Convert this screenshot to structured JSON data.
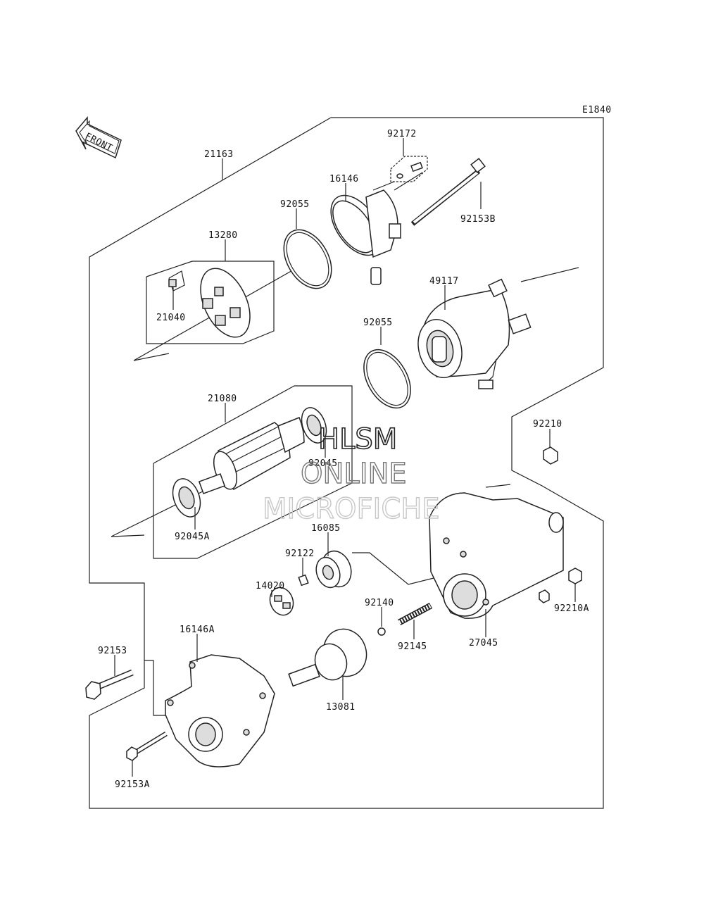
{
  "diagram_code": "E1840",
  "front_label": "FRONT",
  "watermark": {
    "line1": "HLSM",
    "line2": "ONLINE",
    "line3": "MICROFICHE"
  },
  "parts": [
    {
      "id": "p21163",
      "label": "21163"
    },
    {
      "id": "p92172",
      "label": "92172"
    },
    {
      "id": "p16146",
      "label": "16146"
    },
    {
      "id": "p92055a",
      "label": "92055"
    },
    {
      "id": "p92153b",
      "label": "92153B"
    },
    {
      "id": "p13280",
      "label": "13280"
    },
    {
      "id": "p21040",
      "label": "21040"
    },
    {
      "id": "p49117",
      "label": "49117"
    },
    {
      "id": "p92055b",
      "label": "92055"
    },
    {
      "id": "p21080",
      "label": "21080"
    },
    {
      "id": "p92045",
      "label": "92045"
    },
    {
      "id": "p92045a",
      "label": "92045A"
    },
    {
      "id": "p92210",
      "label": "92210"
    },
    {
      "id": "p16085",
      "label": "16085"
    },
    {
      "id": "p92122",
      "label": "92122"
    },
    {
      "id": "p14020",
      "label": "14020"
    },
    {
      "id": "p92140",
      "label": "92140"
    },
    {
      "id": "p92145",
      "label": "92145"
    },
    {
      "id": "p27045",
      "label": "27045"
    },
    {
      "id": "p92210a",
      "label": "92210A"
    },
    {
      "id": "p16146a",
      "label": "16146A"
    },
    {
      "id": "p92153",
      "label": "92153"
    },
    {
      "id": "p13081",
      "label": "13081"
    },
    {
      "id": "p92153a",
      "label": "92153A"
    }
  ]
}
